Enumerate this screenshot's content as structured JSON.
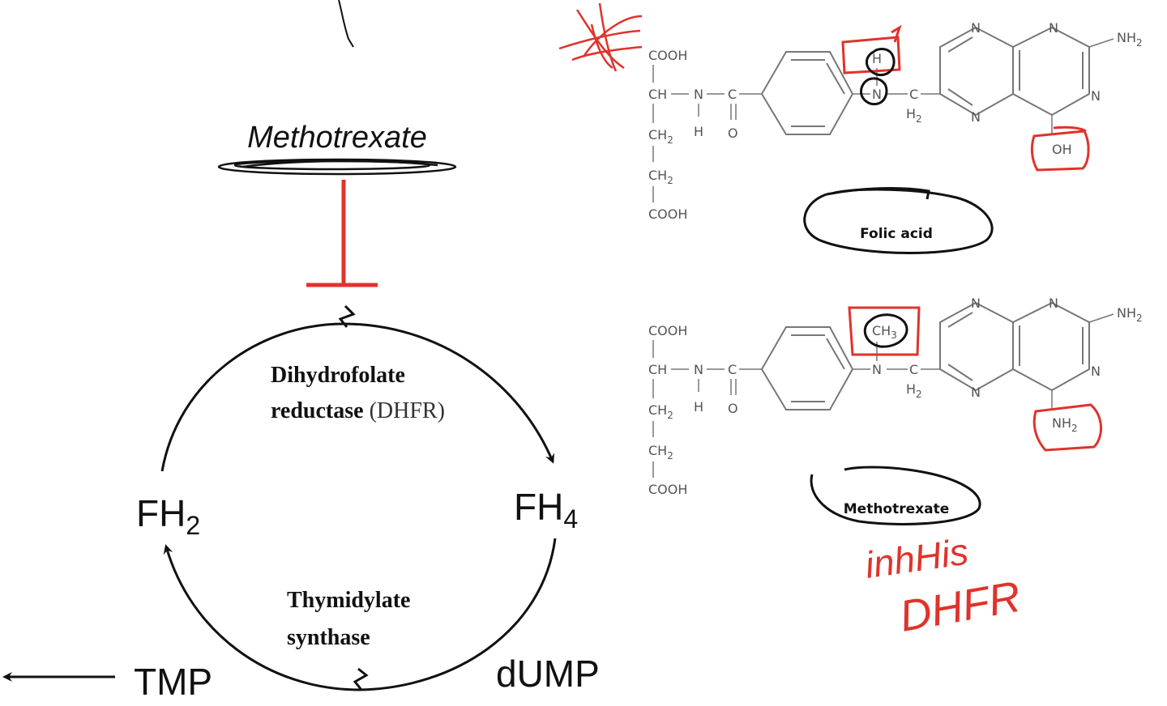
{
  "drug_label": "Methotrexate",
  "cycle": {
    "dhfr_line1": "Dihydrofolate",
    "dhfr_line2_bold": "reductase",
    "dhfr_line2_plain": " (DHFR)",
    "ts_line1": "Thymidylate",
    "ts_line2": "synthase",
    "fh2_base": "FH",
    "fh2_sub": "2",
    "fh4_base": "FH",
    "fh4_sub": "4",
    "dump": "dUMP",
    "tmp": "TMP"
  },
  "folic_acid": {
    "name": "Folic acid",
    "cooh_top": "COOH",
    "ch": "CH",
    "n_amide": "N",
    "h_amide": "H",
    "c_carbonyl": "C",
    "o_carbonyl": "O",
    "ch2_a": "CH",
    "ch2_b": "CH",
    "sub2": "2",
    "cooh_bottom": "COOH",
    "n_link": "N",
    "h_on_n": "H",
    "c_bridge": "C",
    "h2_bridge": "H",
    "ring_n": "N",
    "nh2": "NH",
    "oh": "OH"
  },
  "methotrexate_struct": {
    "name": "Methotrexate",
    "cooh_top": "COOH",
    "ch": "CH",
    "n_amide": "N",
    "h_amide": "H",
    "c_carbonyl": "C",
    "o_carbonyl": "O",
    "ch2_a": "CH",
    "ch2_b": "CH",
    "sub2": "2",
    "cooh_bottom": "COOH",
    "n_link": "N",
    "ch3_base": "CH",
    "ch3_sub": "3",
    "c_bridge": "C",
    "h2_bridge": "H",
    "ring_n": "N",
    "nh2_top": "NH",
    "nh2_bottom": "NH"
  },
  "annotation": {
    "line1": "inhHis",
    "line2": "DHFR"
  },
  "colors": {
    "ink": "#111111",
    "structure": "#555555",
    "annotation_red": "#e0332b"
  }
}
